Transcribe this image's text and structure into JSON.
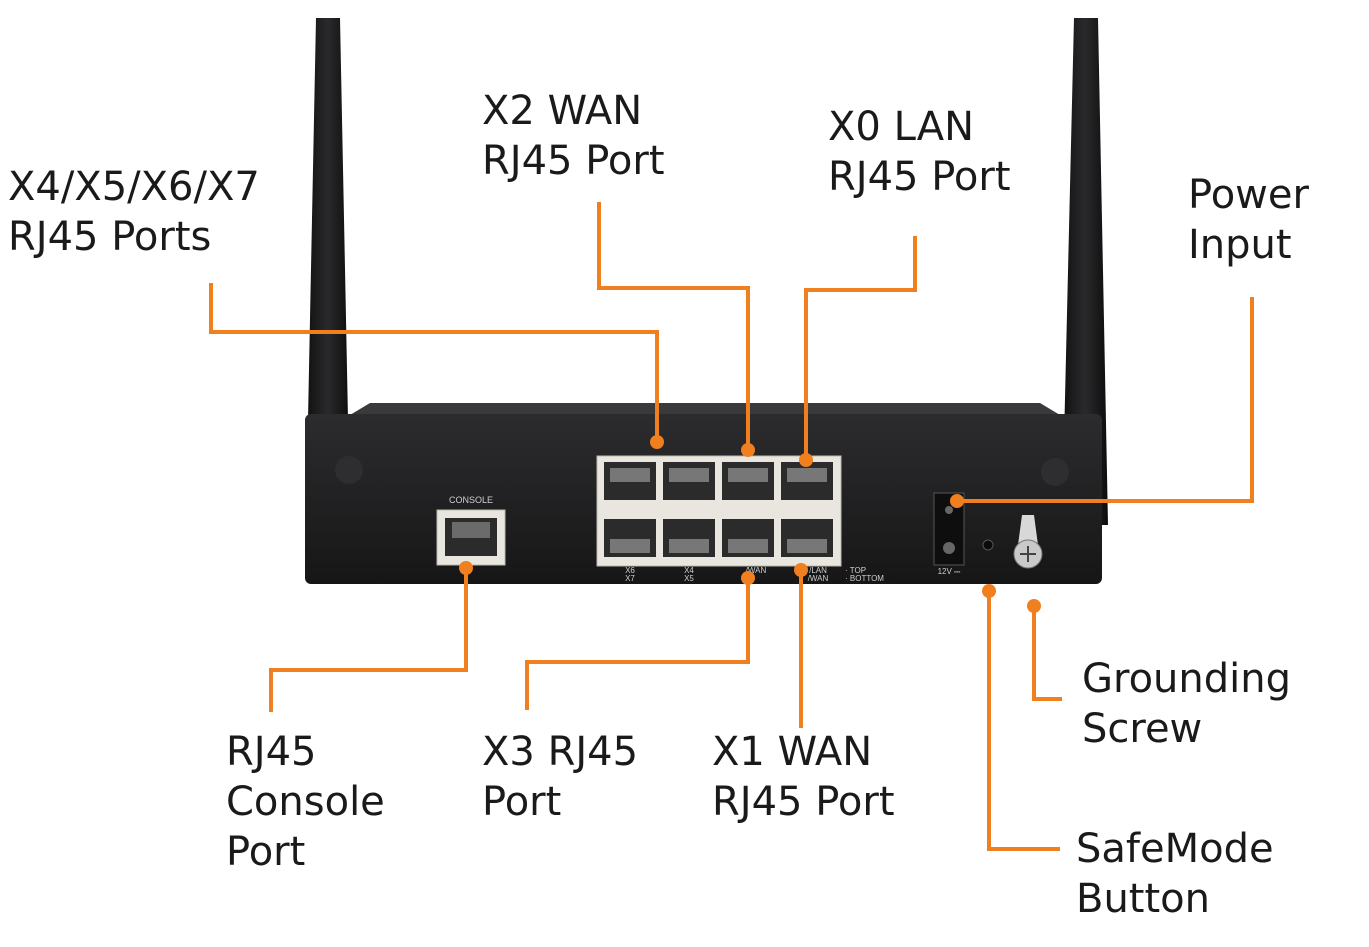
{
  "device": {
    "labels": {
      "console": "CONSOLE",
      "port_x6x7": "X6\nX7",
      "port_x4x5": "X4\nX5",
      "port_wan": "/WAN",
      "port_lan_wan": "/LAN\n/WAN",
      "top_bottom": "· TOP\n· BOTTOM",
      "power": "12V ⎓"
    }
  },
  "callouts": [
    {
      "id": "x4-x7",
      "lines": [
        "X4/X5/X6/X7",
        "RJ45 Ports"
      ]
    },
    {
      "id": "x2-wan",
      "lines": [
        "X2 WAN",
        "RJ45 Port"
      ]
    },
    {
      "id": "x0-lan",
      "lines": [
        "X0 LAN",
        "RJ45 Port"
      ]
    },
    {
      "id": "power",
      "lines": [
        "Power",
        "Input"
      ]
    },
    {
      "id": "console",
      "lines": [
        "RJ45",
        "Console",
        "Port"
      ]
    },
    {
      "id": "x3",
      "lines": [
        "X3 RJ45",
        "Port"
      ]
    },
    {
      "id": "x1-wan",
      "lines": [
        "X1 WAN",
        "RJ45 Port"
      ]
    },
    {
      "id": "grounding",
      "lines": [
        "Grounding",
        "Screw"
      ]
    },
    {
      "id": "safemode",
      "lines": [
        "SafeMode",
        "Button"
      ]
    }
  ],
  "colors": {
    "leader": "#f07f1f",
    "chassis": "#1f1f21",
    "port_block": "#e9e6df",
    "text": "#1a1a1a"
  }
}
